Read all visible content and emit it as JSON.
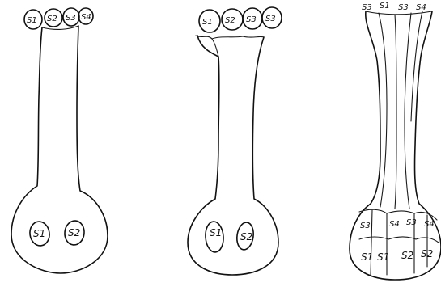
{
  "diagram": {
    "figures": [
      {
        "id": "sketch-1",
        "top_labels": [
          "S1",
          "S2",
          "S3",
          "S4"
        ],
        "bottom_labels": [
          "S1",
          "S2"
        ]
      },
      {
        "id": "sketch-2",
        "top_labels": [
          "S1",
          "S2",
          "S3",
          "S3"
        ],
        "bottom_labels": [
          "S1",
          "S2"
        ]
      },
      {
        "id": "sketch-3",
        "top_labels": [
          "S3",
          "S1",
          "S3",
          "S4"
        ],
        "bottom_labels": [
          "S3",
          "S4",
          "S3",
          "S4",
          "S1",
          "S1",
          "S2",
          "S2"
        ]
      }
    ]
  }
}
